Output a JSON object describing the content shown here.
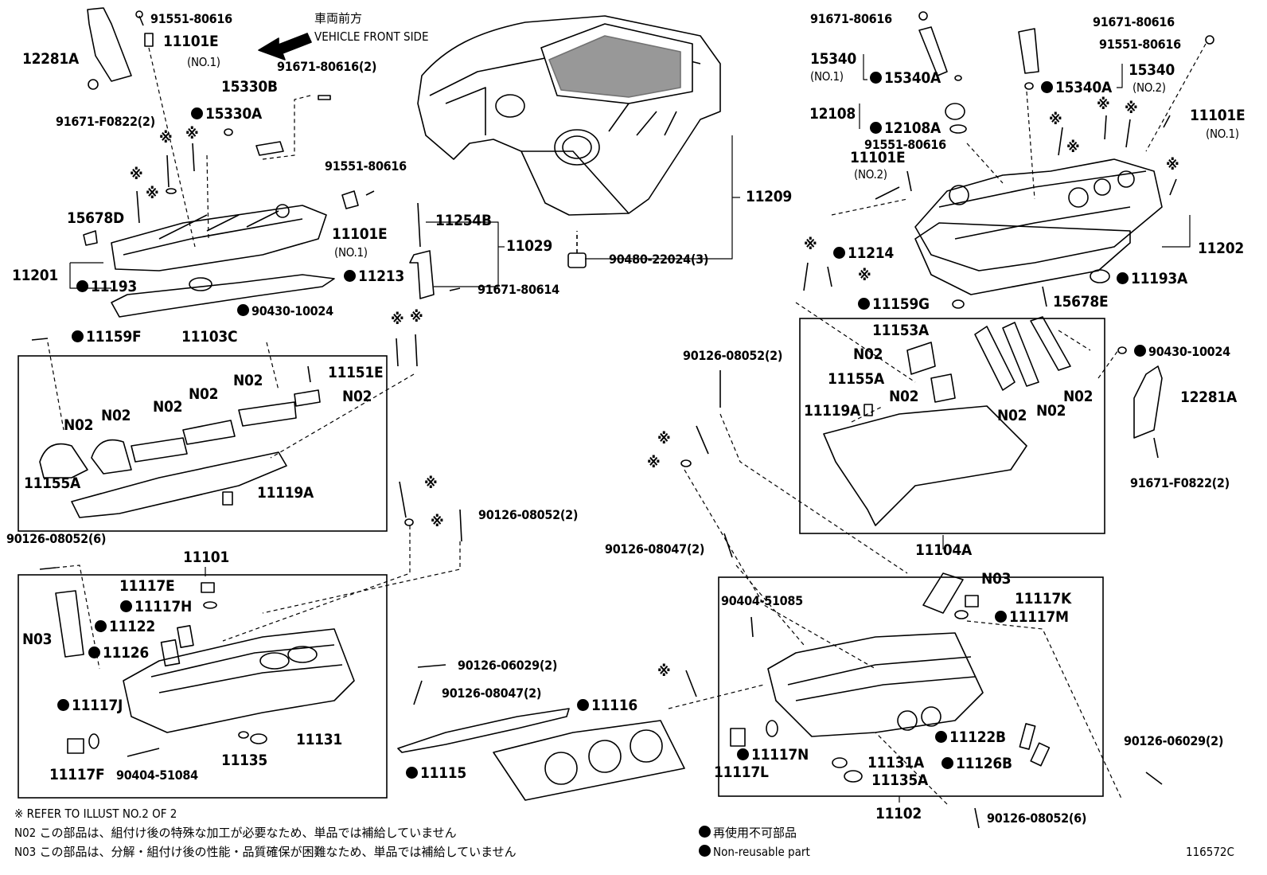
{
  "labels": {
    "p12281A_l": "12281A",
    "p91551_tl": "91551-80616",
    "p11101E_tl": "11101E",
    "no1_tl": "(NO.1)",
    "front_jp": "車両前方",
    "front_en": "VEHICLE FRONT SIDE",
    "p91671_2": "91671-80616(2)",
    "p91671F_l": "91671-F0822(2)",
    "p15330B": "15330B",
    "p15330A": "15330A",
    "p91551_m": "91551-80616",
    "p15678D": "15678D",
    "p11101E_m": "11101E",
    "no1_m": "(NO.1)",
    "p11201": "11201",
    "p11193": "11193",
    "p11213": "11213",
    "p90430_l": "90430-10024",
    "p11159F": "11159F",
    "p11103C": "11103C",
    "p11151E": "11151E",
    "p11155A_l": "11155A",
    "p11119A_l": "11119A",
    "p11254B": "11254B",
    "p11029": "11029",
    "p91671_80614": "91671-80614",
    "p11209": "11209",
    "p90480": "90480-22024(3)",
    "p90126_6_l": "90126-08052(6)",
    "p90126_2_m": "90126-08052(2)",
    "p11101": "11101",
    "p11117E": "11117E",
    "p11117H": "11117H",
    "p11122": "11122",
    "p11126": "11126",
    "p11117J": "11117J",
    "p11117F": "11117F",
    "p90404_l": "90404-51084",
    "p11135": "11135",
    "p11131": "11131",
    "p90126_06029_m": "90126-06029(2)",
    "p90126_08047_m": "90126-08047(2)",
    "p11115": "11115",
    "p11116": "11116",
    "p91671_tr1": "91671-80616",
    "p91671_tr2": "91671-80616",
    "p91551_tr": "91551-80616",
    "p15340_1": "15340",
    "no1_r": "(NO.1)",
    "p15340A_1": "15340A",
    "p15340_2": "15340",
    "no2_r": "(NO.2)",
    "p15340A_2": "15340A",
    "p12108": "12108",
    "p12108A": "12108A",
    "p91551_r": "91551-80616",
    "p11101E_r2": "11101E",
    "no2_r2": "(NO.2)",
    "p11101E_r1": "11101E",
    "no1_r1": "(NO.1)",
    "p11214": "11214",
    "p11202": "11202",
    "p11193A": "11193A",
    "p11159G": "11159G",
    "p15678E": "15678E",
    "p90126_2_r": "90126-08052(2)",
    "p11153A": "11153A",
    "p11155A_r": "11155A",
    "p11119A_r": "11119A",
    "p90430_r": "90430-10024",
    "p12281A_r": "12281A",
    "p91671F_r": "91671-F0822(2)",
    "p11104A": "11104A",
    "p90126_08047_r": "90126-08047(2)",
    "p90404_r": "90404-51085",
    "pN03_r": "N03",
    "p11117K": "11117K",
    "p11117M": "11117M",
    "p11122B": "11122B",
    "p11126B": "11126B",
    "p11117N": "11117N",
    "p11117L": "11117L",
    "p11131A": "11131A",
    "p11135A": "11135A",
    "p90126_06029_r": "90126-06029(2)",
    "p11102": "11102",
    "p90126_6_r": "90126-08052(6)",
    "pN03_l": "N03",
    "n02": "N02",
    "kome": "※"
  },
  "footer": {
    "note1": "※ REFER TO ILLUST NO.2 OF 2",
    "note2": "N02 この部品は、組付け後の特殊な加工が必要なため、単品では補給していません",
    "note3": "N03 この部品は、分解・組付け後の性能・品質確保が困難なため、単品では補給していません",
    "legend_jp": "再使用不可部品",
    "legend_en": "Non-reusable part",
    "illust_no": "116572C"
  }
}
